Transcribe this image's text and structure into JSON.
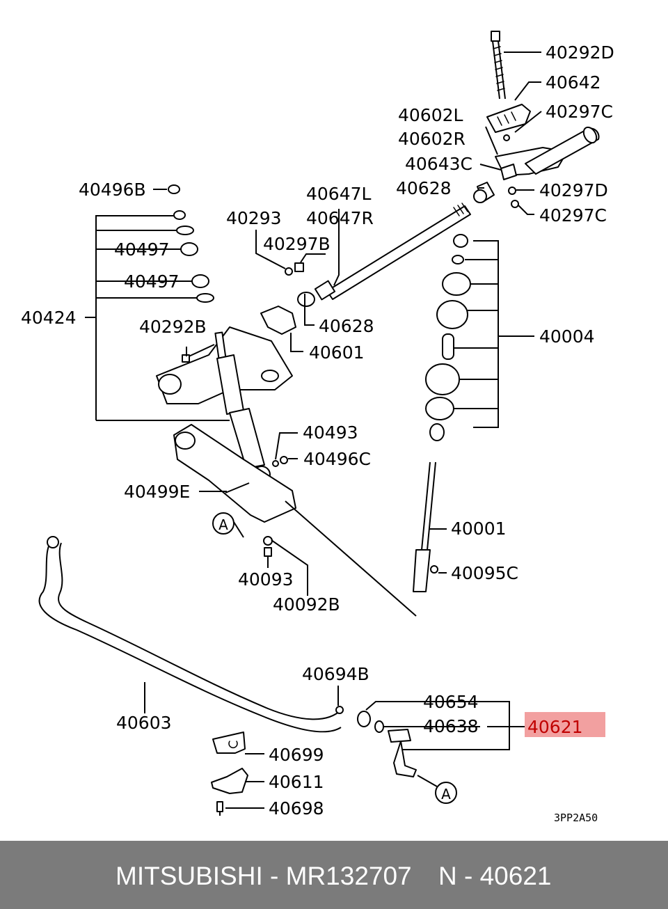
{
  "labels": {
    "p40292D": "40292D",
    "p40642": "40642",
    "p40602L": "40602L",
    "p40297C_a": "40297C",
    "p40602R": "40602R",
    "p40643C": "40643C",
    "p40628_a": "40628",
    "p40297D": "40297D",
    "p40297C_b": "40297C",
    "p40496B": "40496B",
    "p40647L": "40647L",
    "p40647R": "40647R",
    "p40293": "40293",
    "p40297B": "40297B",
    "p40497_a": "40497",
    "p40497_b": "40497",
    "p40424": "40424",
    "p40628_b": "40628",
    "p40004": "40004",
    "p40292B": "40292B",
    "p40601": "40601",
    "p40493": "40493",
    "p40496C": "40496C",
    "p40499E": "40499E",
    "p40001": "40001",
    "p40095C": "40095C",
    "p40093": "40093",
    "p40092B": "40092B",
    "p40694B": "40694B",
    "p40654": "40654",
    "p40603": "40603",
    "p40638": "40638",
    "p40621": "40621",
    "p40699": "40699",
    "p40611": "40611",
    "p40698": "40698"
  },
  "callouts": {
    "a1": "A",
    "a2": "A"
  },
  "diagram_code": "3PP2A50",
  "highlight_color": "#f2a0a0",
  "footer": {
    "brand_part": "MITSUBISHI - MR132707",
    "part_no": "N - 40621",
    "background": "#7b7b7b"
  }
}
